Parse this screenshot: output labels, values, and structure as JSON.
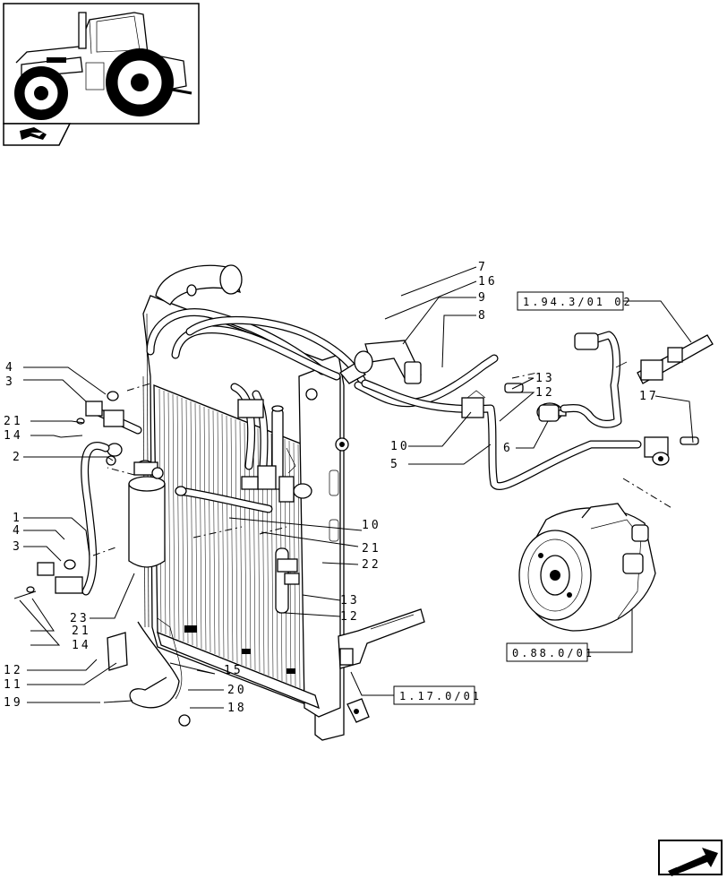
{
  "callouts": {
    "c1": "1",
    "c2": "2",
    "c3a": "3",
    "c3b": "3",
    "c4a": "4",
    "c4b": "4",
    "c5": "5",
    "c6": "6",
    "c7": "7",
    "c8": "8",
    "c9": "9",
    "c10a": "10",
    "c10b": "10",
    "c11": "11",
    "c12a": "12",
    "c12b": "12",
    "c12c": "12",
    "c13a": "13",
    "c13b": "13",
    "c14a": "14",
    "c14b": "14",
    "c15": "15",
    "c16": "16",
    "c17": "17",
    "c18": "18",
    "c19": "19",
    "c20": "20",
    "c21a": "21",
    "c21b": "21",
    "c21c": "21",
    "c22": "22",
    "c23": "23"
  },
  "references": {
    "ref_top": "1.94.3/01 02",
    "ref_compressor": "0.88.0/01",
    "ref_bracket": "1.17.0/01"
  },
  "icons": {
    "thumbnail": "tractor-thumbnail-icon",
    "section": "section-arrow-icon",
    "nav": "next-page-arrow-icon"
  }
}
